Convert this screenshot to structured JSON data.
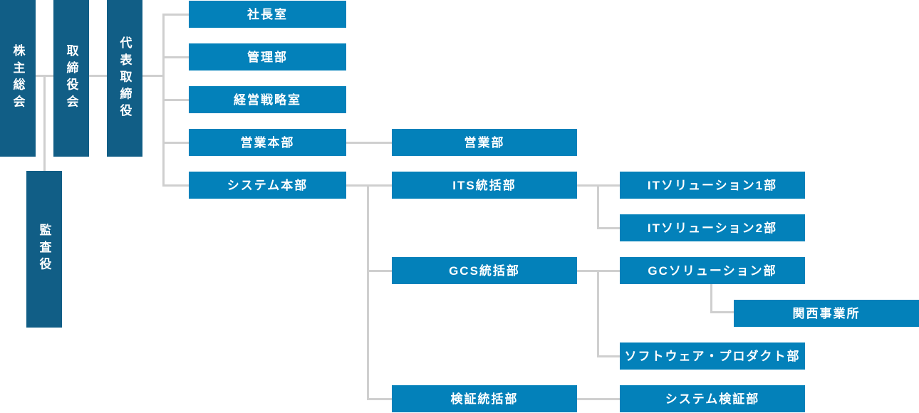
{
  "nodes": {
    "shareholders_meeting": "株主総会",
    "board_of_directors": "取締役会",
    "representative_director": "代表取締役",
    "auditor": "監査役",
    "presidents_office": "社長室",
    "admin_department": "管理部",
    "strategy_office": "経営戦略室",
    "sales_headquarters": "営業本部",
    "system_headquarters": "システム本部",
    "sales_department": "営業部",
    "its_division": "ITS統括部",
    "gcs_division": "GCS統括部",
    "verification_division": "検証統括部",
    "it_solution_1": "ITソリューション1部",
    "it_solution_2": "ITソリューション2部",
    "gc_solution": "GCソリューション部",
    "software_product": "ソフトウェア・プロダクト部",
    "system_verification": "システム検証部",
    "kansai_office": "関西事業所"
  },
  "colors": {
    "governance_box": "#115e86",
    "department_box": "#0381ba",
    "connector": "#cfcfcf",
    "label_text": "#ffffff",
    "background": "#ffffff"
  }
}
